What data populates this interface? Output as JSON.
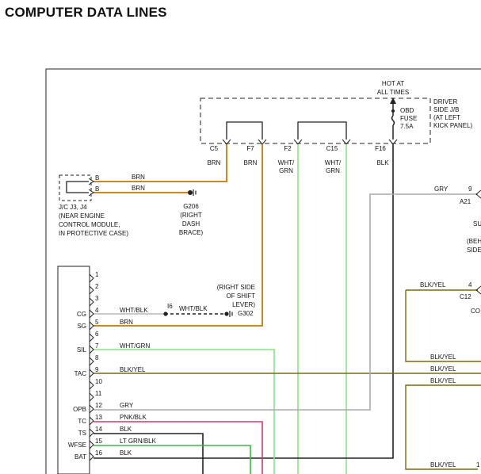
{
  "title": "COMPUTER DATA LINES",
  "hot_label": [
    "HOT AT",
    "ALL TIMES"
  ],
  "fuse": {
    "lines": [
      "OBD",
      "FUSE",
      "7.5A"
    ]
  },
  "jb_label": [
    "DRIVER",
    "SIDE J/B",
    "(AT LEFT",
    "KICK PANEL)"
  ],
  "jb_pins": [
    {
      "pin": "C5",
      "wire": [
        "BRN"
      ]
    },
    {
      "pin": "F7",
      "wire": [
        "BRN"
      ]
    },
    {
      "pin": "F2",
      "wire": [
        "WHT/",
        "GRN"
      ]
    },
    {
      "pin": "C15",
      "wire": [
        "WHT/",
        "GRN"
      ]
    },
    {
      "pin": "F16",
      "wire": [
        "BLK"
      ]
    }
  ],
  "jc": {
    "pins": [
      "B",
      "B"
    ],
    "wires": [
      "BRN",
      "BRN"
    ],
    "label": [
      "J/C J3, J4",
      "(NEAR ENGINE",
      "CONTROL MODULE,",
      "IN PROTECTIVE CASE)"
    ]
  },
  "g206": [
    "G206",
    "(RIGHT",
    "DASH",
    "BRACE)"
  ],
  "g302": {
    "label": [
      "(RIGHT SIDE",
      "OF SHIFT",
      "LEVER)"
    ],
    "ground": "G302",
    "splice": "I6",
    "wire": "WHT/BLK"
  },
  "dlc": {
    "pins": [
      "1",
      "2",
      "3",
      "4",
      "5",
      "6",
      "7",
      "8",
      "9",
      "10",
      "11",
      "12",
      "13",
      "14",
      "15",
      "16"
    ],
    "names": {
      "4": "CG",
      "5": "SG",
      "7": "SIL",
      "9": "TAC",
      "12": "OPB",
      "13": "TC",
      "14": "TS",
      "15": "WFSE",
      "16": "BAT"
    },
    "wires": {
      "4": "WHT/BLK",
      "5": "BRN",
      "7": "WHT/GRN",
      "9": "BLK/YEL",
      "12": "GRY",
      "13": "PNK/BLK",
      "14": "BLK",
      "15": "LT GRN/BLK",
      "16": "BLK"
    }
  },
  "right": {
    "gry": "GRY",
    "pin9": "9",
    "a21": "A21",
    "su": "SU",
    "beh": [
      "(BEH",
      "SIDE"
    ],
    "blkyel_top": "BLK/YEL",
    "pin4": "4",
    "c12": "C12",
    "co": "CO",
    "blkyel_list": [
      "BLK/YEL",
      "BLK/YEL",
      "BLK/YEL"
    ],
    "blkyel_bottom": "BLK/YEL",
    "pin1": "1"
  },
  "colors": {
    "brn": "#c8891e",
    "wht_grn": "#8ee08a",
    "blk": "#222222",
    "gry": "#aaaaaa",
    "blk_yel": "#7a6a10",
    "pnk_blk": "#d4386a",
    "lt_grn_blk": "#3cb84a",
    "frame": "#222222"
  }
}
